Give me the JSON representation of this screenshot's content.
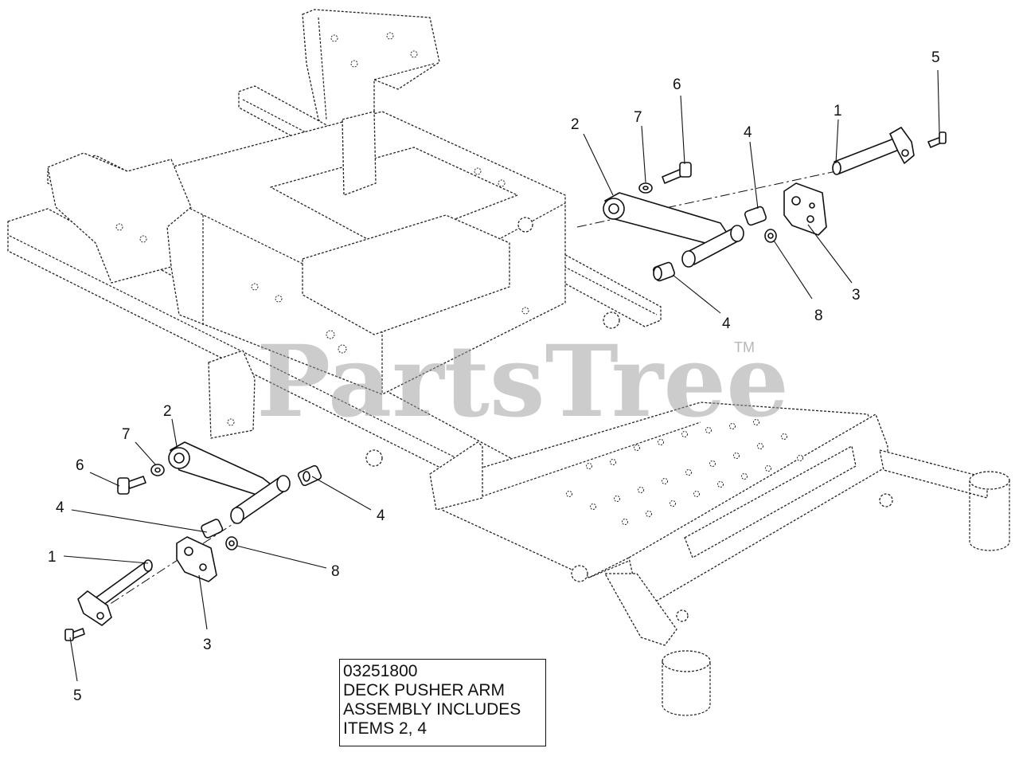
{
  "diagram": {
    "watermark": "PartsTree",
    "watermark_mark": "TM",
    "callouts": [
      {
        "id": "right-1",
        "text": "1"
      },
      {
        "id": "right-2",
        "text": "2"
      },
      {
        "id": "right-3",
        "text": "3"
      },
      {
        "id": "right-4a",
        "text": "4"
      },
      {
        "id": "right-4b",
        "text": "4"
      },
      {
        "id": "right-5",
        "text": "5"
      },
      {
        "id": "right-6",
        "text": "6"
      },
      {
        "id": "right-7",
        "text": "7"
      },
      {
        "id": "right-8",
        "text": "8"
      },
      {
        "id": "left-1",
        "text": "1"
      },
      {
        "id": "left-2",
        "text": "2"
      },
      {
        "id": "left-3",
        "text": "3"
      },
      {
        "id": "left-4a",
        "text": "4"
      },
      {
        "id": "left-4b",
        "text": "4"
      },
      {
        "id": "left-5",
        "text": "5"
      },
      {
        "id": "left-6",
        "text": "6"
      },
      {
        "id": "left-7",
        "text": "7"
      },
      {
        "id": "left-8",
        "text": "8"
      }
    ],
    "note": {
      "lines": [
        "03251800",
        "DECK PUSHER ARM",
        "ASSEMBLY INCLUDES",
        "ITEMS 2, 4"
      ]
    }
  }
}
